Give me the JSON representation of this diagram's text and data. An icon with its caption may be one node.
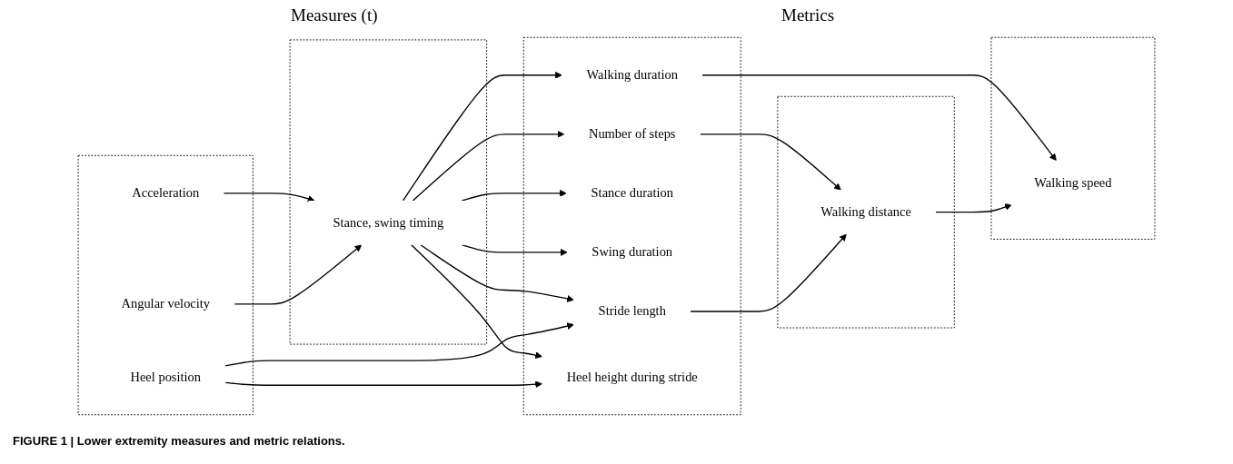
{
  "diagram": {
    "caption": "FIGURE 1 | Lower extremity measures and metric relations.",
    "nodes": [
      {
        "text": [],
        "shape": "box"
      },
      {
        "text": [
          "Acceleration"
        ],
        "in": 0
      },
      {
        "text": [
          "Angular velocity"
        ],
        "in": 0
      },
      {
        "text": [
          "Heel position"
        ],
        "in": 0
      },
      {
        "text": [],
        "shape": "box"
      },
      {
        "text": [
          "Stance, swing timing"
        ],
        "in": 4
      },
      {
        "text": [],
        "shape": "box"
      },
      {
        "text": [
          "Walking duration"
        ],
        "in": 6
      },
      {
        "text": [
          "Number of steps"
        ],
        "in": 6
      },
      {
        "text": [
          "Stance duration"
        ],
        "in": 6
      },
      {
        "text": [
          "Swing duration"
        ],
        "in": 6
      },
      {
        "text": [
          "Stride length"
        ],
        "in": 6
      },
      {
        "text": [
          "Heel height during stride"
        ],
        "in": 6
      },
      {
        "text": [],
        "shape": "box"
      },
      {
        "text": [
          "Walking distance"
        ],
        "in": 13
      },
      {
        "text": [],
        "shape": "box"
      },
      {
        "text": [
          "Walking speed"
        ],
        "in": 15
      }
    ],
    "edges": [
      {
        "from": 1,
        "to": 5,
        "arrow": "to"
      },
      {
        "from": 2,
        "to": 5,
        "arrow": "to"
      },
      {
        "from": 5,
        "to": 7,
        "arrow": "to"
      },
      {
        "from": 5,
        "to": 8,
        "arrow": "to"
      },
      {
        "from": 5,
        "to": 9,
        "arrow": "to"
      },
      {
        "from": 5,
        "to": 10,
        "arrow": "to"
      },
      {
        "from": 5,
        "to": 11,
        "arrow": "to"
      },
      {
        "from": 5,
        "to": 12,
        "arrow": "to"
      },
      {
        "from": 3,
        "to": 11,
        "arrow": "to"
      },
      {
        "from": 3,
        "to": 12,
        "arrow": "to"
      },
      {
        "from": 7,
        "to": 16,
        "arrow": "to"
      },
      {
        "from": 8,
        "to": 14,
        "arrow": "to"
      },
      {
        "from": 11,
        "to": 14,
        "arrow": "to"
      },
      {
        "from": 14,
        "to": 16,
        "arrow": "to"
      }
    ],
    "labels": [
      "Measures (t)",
      "Metrics"
    ]
  }
}
